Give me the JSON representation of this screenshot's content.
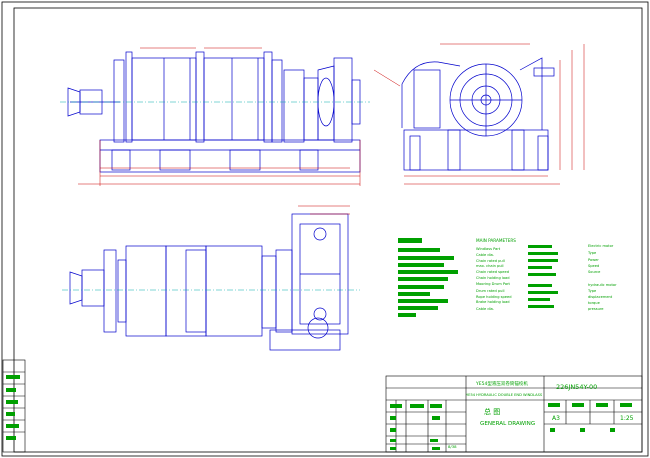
{
  "title_block": {
    "title_cn": "YE54型液压双卷筒锚绞机",
    "title_en": "YE54 HYDRAULIC DOUBLE END WINDLASS",
    "drawing_no": "226JN54Y-00",
    "drawing_name_cn": "总 图",
    "drawing_name_en": "GENERAL DRAWING",
    "format": "A3",
    "scale": "1:25",
    "page_code": "8/38"
  },
  "parameters": {
    "heading": "MAIN PARAMETERS",
    "windlass_labels": [
      "Windlass Part",
      "Cable dia.",
      "Chain rated pull",
      "max. chain pull",
      "Chain rated speed",
      "Chain holding load",
      "Mooring Drum Part",
      "Drum rated pull",
      "Rope holding speed",
      "Brake holding load",
      "Cable dia."
    ],
    "motor_labels": [
      "Electric motor",
      "Type",
      "Power",
      "Speed",
      "Source"
    ],
    "hydraulic_labels": [
      "hydraulic motor",
      "Type",
      "displacement",
      "torque",
      "pressure"
    ]
  },
  "colors": {
    "line": "#0000cc",
    "dim": "#cc0000",
    "center": "#00aaaa",
    "text": "#00a000",
    "frame": "#000000"
  }
}
